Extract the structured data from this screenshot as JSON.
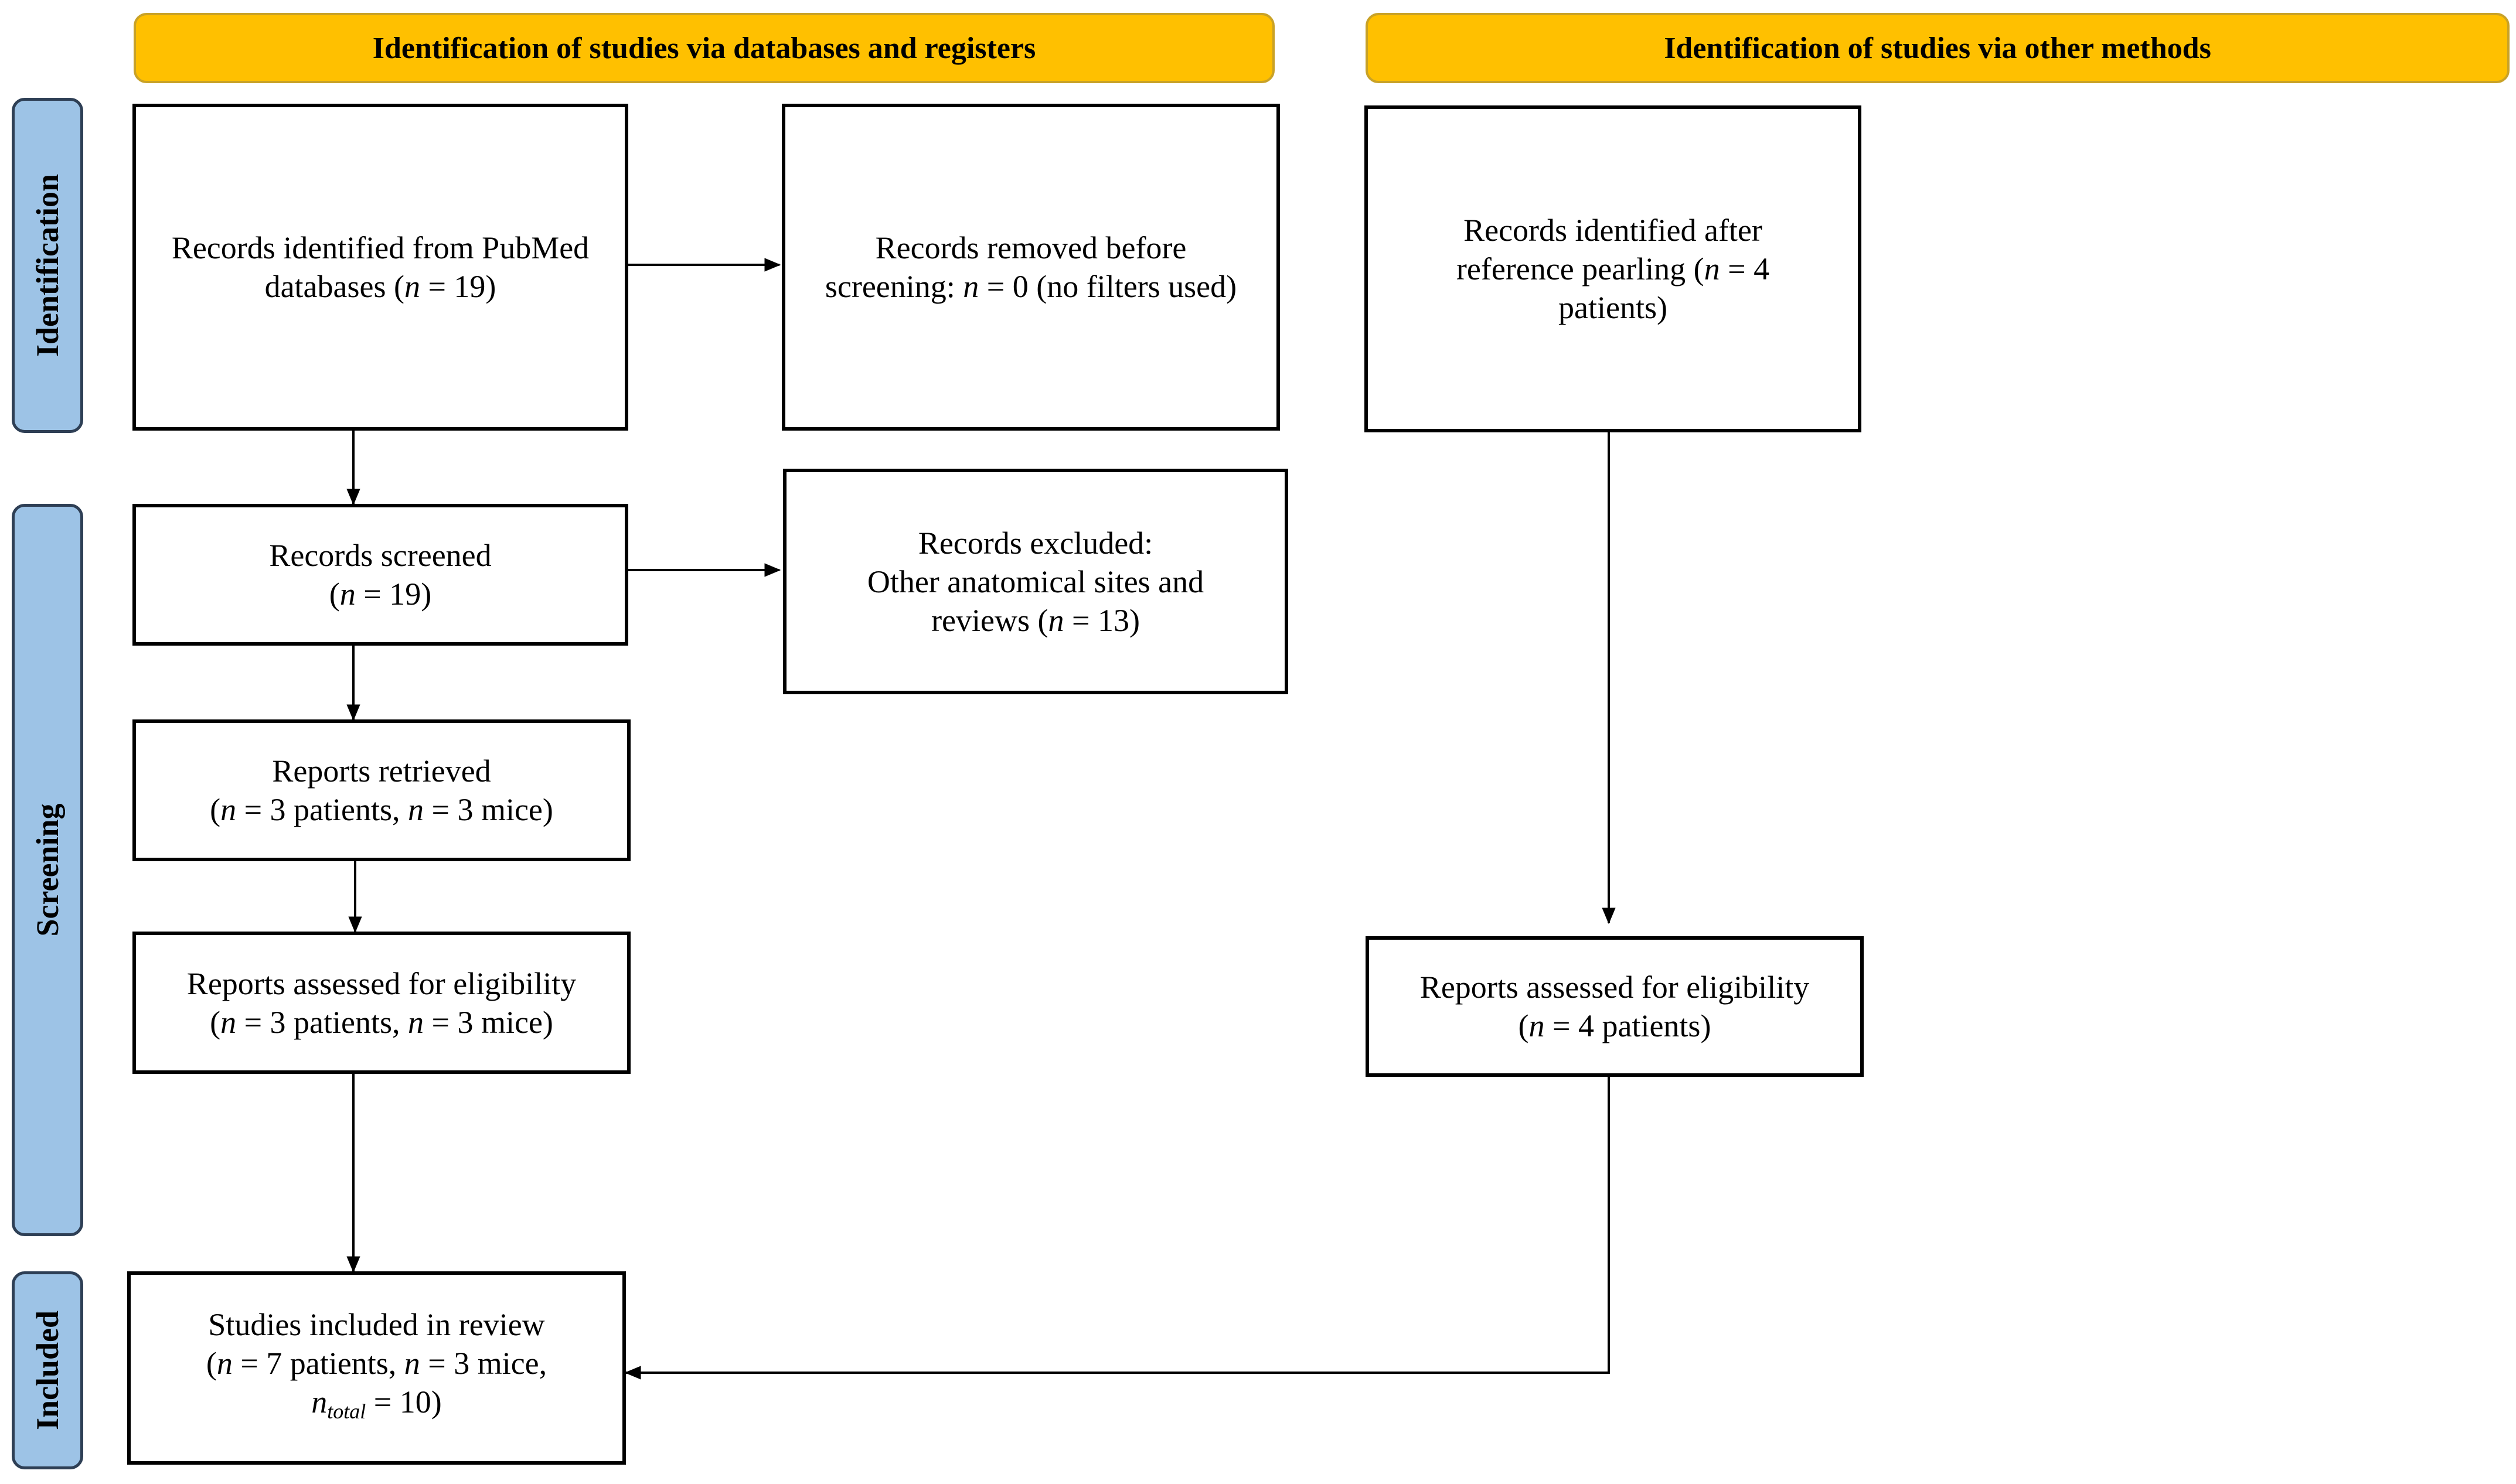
{
  "headers": {
    "databases": "Identification of studies via databases and registers",
    "other": "Identification of studies via other methods"
  },
  "phases": {
    "identification": "Identification",
    "screening": "Screening",
    "included": "Included"
  },
  "boxes": {
    "identified": {
      "l1_a": "Records identified from PubMed",
      "l2_a": "databases (",
      "n": "n",
      "l2_b": " = 19)"
    },
    "removed": {
      "l1": "Records removed before",
      "l2_a": "screening: ",
      "n": "n",
      "l2_b": " = 0 (no filters used)"
    },
    "other_identified": {
      "l1": "Records identified after",
      "l2_a": "reference pearling (",
      "n": "n",
      "l2_b": " = 4",
      "l3": "patients)"
    },
    "screened": {
      "l1": "Records screened",
      "l2_a": "(",
      "n": "n",
      "l2_b": " = 19)"
    },
    "excluded": {
      "l1": "Records excluded:",
      "l2": "Other anatomical sites and",
      "l3_a": "reviews (",
      "n": "n",
      "l3_b": " = 13)"
    },
    "retrieved": {
      "l1": "Reports retrieved",
      "l2_a": "(",
      "n1": "n",
      "l2_b": " = 3 patients, ",
      "n2": "n",
      "l2_c": " = 3 mice)"
    },
    "assessed": {
      "l1": "Reports assessed for eligibility",
      "l2_a": "(",
      "n1": "n",
      "l2_b": " = 3 patients, ",
      "n2": "n",
      "l2_c": " = 3 mice)"
    },
    "other_assessed": {
      "l1": "Reports assessed for eligibility",
      "l2_a": "(",
      "n": "n",
      "l2_b": " = 4  patients)"
    },
    "included": {
      "l1": "Studies included in review",
      "l2_a": "(",
      "n1": "n",
      "l2_b": " = 7 patients, ",
      "n2": "n",
      "l2_c": " = 3 mice,",
      "n3": "n",
      "sub": "total",
      "l3_b": " = 10)"
    }
  }
}
